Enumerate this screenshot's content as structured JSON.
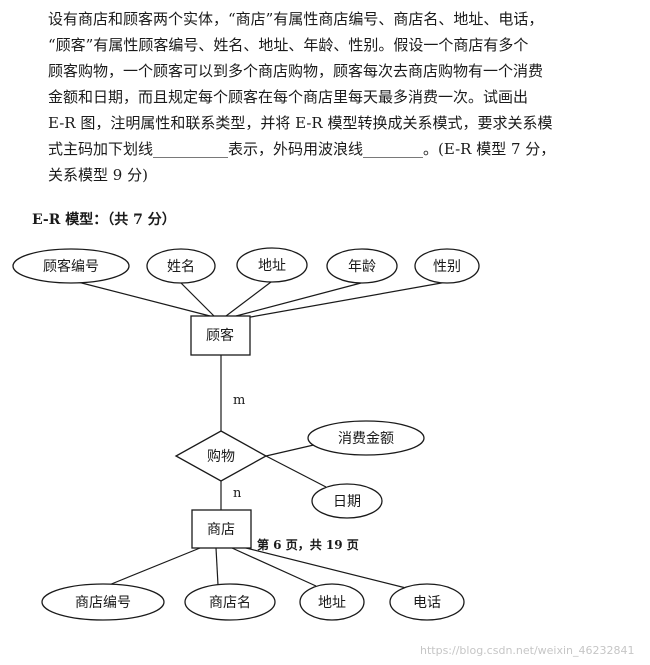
{
  "question": {
    "lines": [
      "设有商店和顾客两个实体，“商店”有属性商店编号、商店名、地址、电话，",
      "“顾客”有属性顾客编号、姓名、地址、年龄、性别。假设一个商店有多个",
      "顾客购物，一个顾客可以到多个商店购物，顾客每次去商店购物有一个消费",
      "金额和日期，而且规定每个顾客在每个商店里每天最多消费一次。试画出",
      "E-R 图，注明属性和联系类型，并将 E-R 模型转换成关系模式，要求关系模",
      "式主码加下划线__________表示，外码用波浪线________。(E-R 模型 7 分，",
      "关系模型 9 分)"
    ]
  },
  "section_header": "E-R 模型：（共 7 分）",
  "diagram": {
    "customer": {
      "name": "顾客",
      "attributes": [
        "顾客编号",
        "姓名",
        "地址",
        "年龄",
        "性别"
      ]
    },
    "relationship": {
      "name": "购物",
      "attributes": [
        "消费金额",
        "日期"
      ],
      "card_customer": "m",
      "card_store": "n"
    },
    "store": {
      "name": "商店",
      "attributes": [
        "商店编号",
        "商店名",
        "地址",
        "电话"
      ]
    }
  },
  "page_footer": "第 6 页，共 19 页",
  "watermark": "https://blog.csdn.net/weixin_46232841"
}
